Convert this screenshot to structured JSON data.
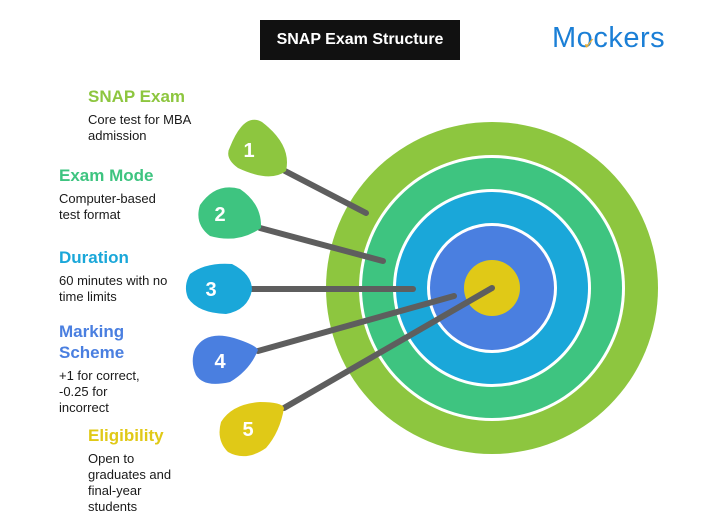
{
  "title": "SNAP Exam Structure",
  "logo": {
    "before": "M",
    "o": "o",
    "after": "ckers",
    "color": "#1b7fd6",
    "tick_color": "#f2b233"
  },
  "items": [
    {
      "number": "1",
      "heading": "SNAP Exam",
      "description": "Core test for MBA admission",
      "color": "#8dc63f"
    },
    {
      "number": "2",
      "heading": "Exam Mode",
      "description": "Computer-based test format",
      "color": "#3ec480"
    },
    {
      "number": "3",
      "heading": "Duration",
      "description": "60 minutes with no time limits",
      "color": "#1aa7d9"
    },
    {
      "number": "4",
      "heading": "Marking Scheme",
      "description": "+1 for correct, -0.25 for incorrect",
      "color": "#4a7fe0"
    },
    {
      "number": "5",
      "heading": "Eligibility",
      "description": "Open to graduates and final-year students",
      "color": "#e0c917"
    }
  ]
}
